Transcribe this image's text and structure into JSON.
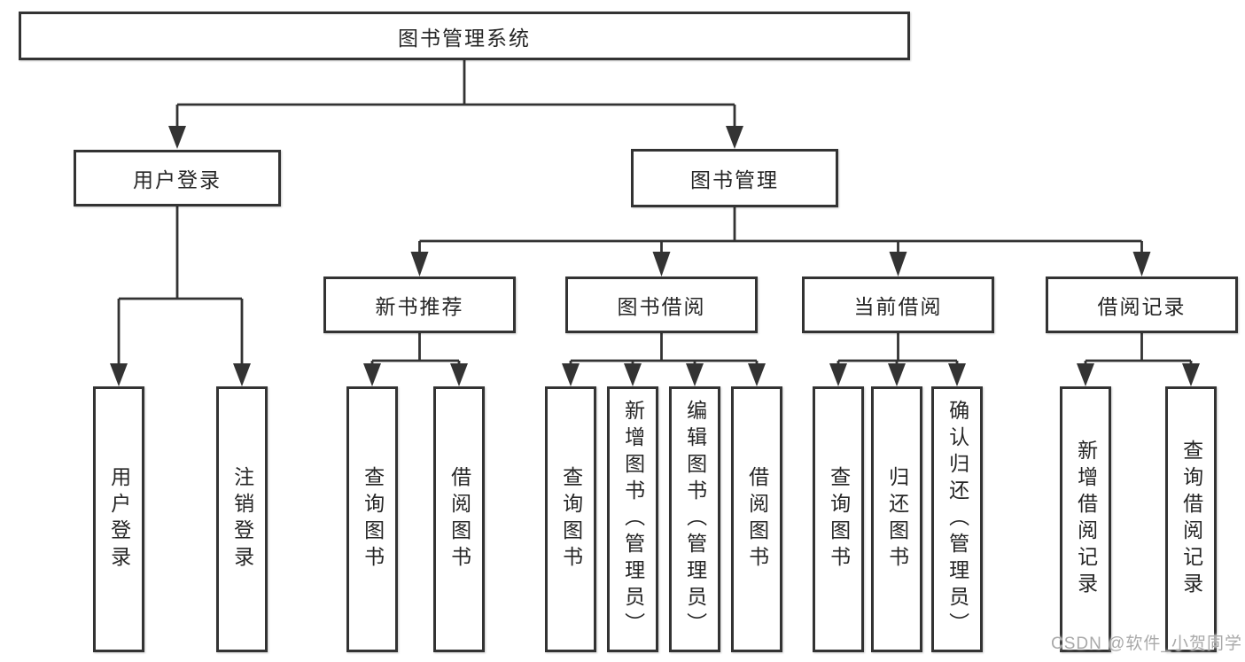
{
  "tree": {
    "root": {
      "label": "图书管理系统"
    },
    "children": [
      {
        "label": "用户登录",
        "children": [
          {
            "label": "用户登录"
          },
          {
            "label": "注销登录"
          }
        ]
      },
      {
        "label": "图书管理",
        "children": [
          {
            "label": "新书推荐",
            "children": [
              {
                "label": "查询图书"
              },
              {
                "label": "借阅图书"
              }
            ]
          },
          {
            "label": "图书借阅",
            "children": [
              {
                "label": "查询图书"
              },
              {
                "label": "新增图书（管理员）"
              },
              {
                "label": "编辑图书（管理员）"
              },
              {
                "label": "借阅图书"
              }
            ]
          },
          {
            "label": "当前借阅",
            "children": [
              {
                "label": "查询图书"
              },
              {
                "label": "归还图书"
              },
              {
                "label": "确认归还（管理员）"
              }
            ]
          },
          {
            "label": "借阅记录",
            "children": [
              {
                "label": "新增借阅记录"
              },
              {
                "label": "查询借阅记录"
              }
            ]
          }
        ]
      }
    ]
  },
  "watermark": {
    "text": "CSDN @软件_小贺同学"
  },
  "colors": {
    "line": "#333333",
    "box_border": "#333333",
    "box_bg": "#ffffff",
    "text": "#262626",
    "watermark": "#a9a9a9"
  }
}
